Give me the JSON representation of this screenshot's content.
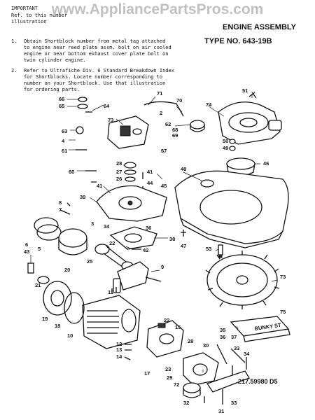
{
  "watermark": "www.AppliancePartsPros.com",
  "header": {
    "heading": "IMPORTANT",
    "intro_line1": "Ref. to this number",
    "intro_line2": "illustration",
    "step1": {
      "num": "1.",
      "lines": [
        "Obtain Shortblock number from metal tag attached",
        "to engine near reed plate assm. bolt on air cooled",
        "engine or near bottom exhaust cover plate bolt on",
        "twin cylinder engine."
      ]
    },
    "step2": {
      "num": "2.",
      "lines": [
        "Refer to Ultrafiche Div. 6 Standard Breakdown Index",
        "for Shortblocks.  Locate number corresponding to",
        "number on your Shortblock.  Use that illustration",
        "for ordering parts."
      ]
    }
  },
  "title": {
    "line1": "ENGINE ASSEMBLY",
    "line2": "TYPE NO. 643-19B"
  },
  "box_label": "BUNKY ST",
  "diagram_code": "217.59980 D5",
  "callouts": [
    "71",
    "70",
    "74",
    "51",
    "66",
    "65",
    "64",
    "73",
    "2",
    "62",
    "68",
    "69",
    "63",
    "4",
    "50",
    "49",
    "61",
    "67",
    "46",
    "28",
    "27",
    "60",
    "26",
    "41",
    "48",
    "44",
    "41",
    "45",
    "39",
    "8",
    "7",
    "5",
    "6",
    "3",
    "34",
    "22",
    "47",
    "36",
    "25",
    "38",
    "42",
    "9",
    "43",
    "53",
    "73",
    "20",
    "21",
    "19",
    "11",
    "10",
    "18",
    "75",
    "15",
    "22",
    "35",
    "36",
    "37",
    "28",
    "12",
    "30",
    "13",
    "33",
    "14",
    "34",
    "17",
    "23",
    "29",
    "72",
    "32",
    "31",
    "33"
  ]
}
